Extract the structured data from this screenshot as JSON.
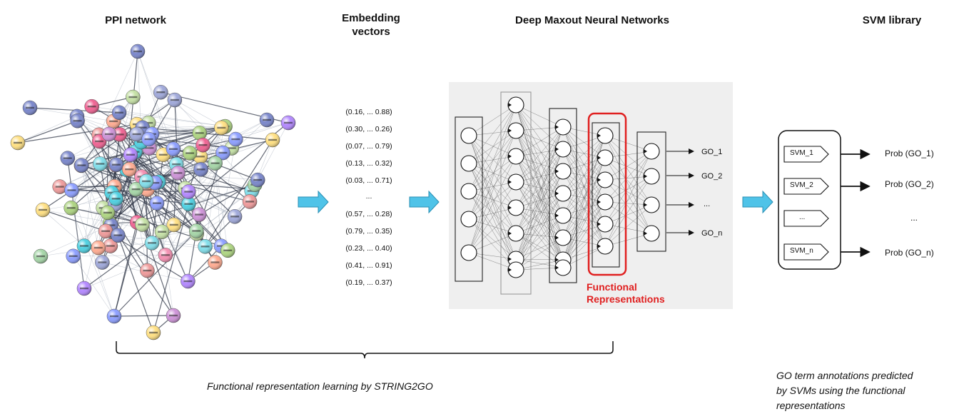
{
  "headings": {
    "ppi": "PPI network",
    "embedding": "Embedding\nvectors",
    "dmnn": "Deep Maxout Neural Networks",
    "svm": "SVM library"
  },
  "vectors": [
    "(0.16, ... 0.88)",
    "(0.30, ... 0.26)",
    "(0.07, ... 0.79)",
    "(0.13, ... 0.32)",
    "(0.03, ... 0.71)",
    "...",
    "(0.57, ... 0.28)",
    "(0.79, ... 0.35)",
    "(0.23, ... 0.40)",
    "(0.41, ... 0.91)",
    "(0.19, ... 0.37)"
  ],
  "go_outputs": [
    "GO_1",
    "GO_2",
    "...",
    "GO_n"
  ],
  "functional_label": "Functional\nRepresentations",
  "svms": [
    "SVM_1",
    "SVM_2",
    "...",
    "SVM_n"
  ],
  "probs": [
    "Prob (GO_1)",
    "Prob (GO_2)",
    "...",
    "Prob (GO_n)"
  ],
  "captions": {
    "learning": "Functional representation learning by STRING2GO",
    "predicted": "GO term annotations predicted\nby SVMs using the functional\nrepresentations"
  },
  "colors": {
    "arrow": "#4fc3e8",
    "highlight": "#e02020",
    "panel": "#efefef"
  }
}
